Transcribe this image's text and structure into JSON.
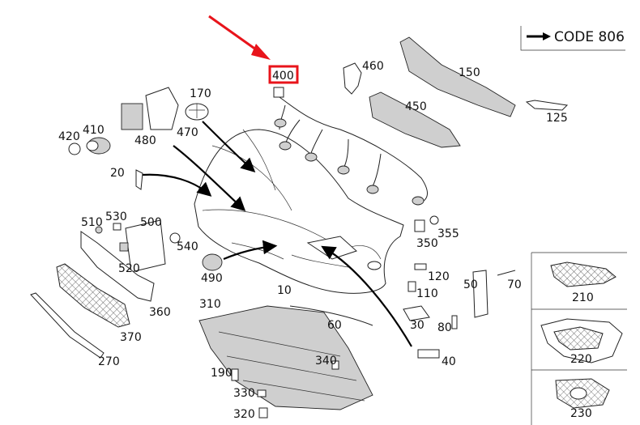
{
  "code_note": {
    "label": "CODE 806"
  },
  "highlight": {
    "label": "400",
    "color": "#e8141b"
  },
  "colors": {
    "arrow": "#e8141b",
    "line": "#222222",
    "fill_gray": "#cfcfcf"
  },
  "callouts": {
    "c10": "10",
    "c20": "20",
    "c30": "30",
    "c40": "40",
    "c50": "50",
    "c60": "60",
    "c70": "70",
    "c80": "80",
    "c110": "110",
    "c120": "120",
    "c125": "125",
    "c150": "150",
    "c170": "170",
    "c190": "190",
    "c210": "210",
    "c220": "220",
    "c230": "230",
    "c270": "270",
    "c310": "310",
    "c320": "320",
    "c330": "330",
    "c340": "340",
    "c350": "350",
    "c355": "355",
    "c360": "360",
    "c370": "370",
    "c410": "410",
    "c420": "420",
    "c450": "450",
    "c460": "460",
    "c470": "470",
    "c480": "480",
    "c490": "490",
    "c500": "500",
    "c510": "510",
    "c520": "520",
    "c530": "530",
    "c540": "540"
  }
}
